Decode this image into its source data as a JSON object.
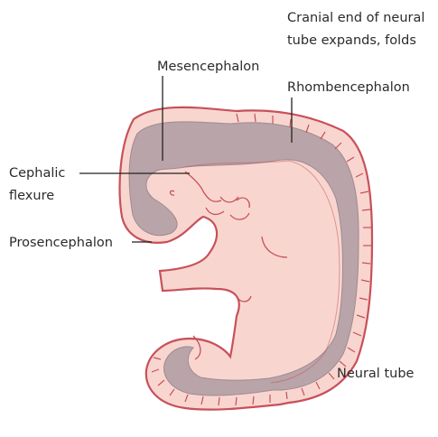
{
  "labels": {
    "caption_line1": "Cranial end of neural",
    "caption_line2": "tube expands, folds",
    "mesencephalon": "Mesencephalon",
    "rhombencephalon": "Rhombencephalon",
    "cephalic_line1": "Cephalic",
    "cephalic_line2": "flexure",
    "prosencephalon": "Prosencephalon",
    "neural_tube": "Neural tube"
  },
  "colors": {
    "outline": "#c8505a",
    "embryo_fill": "#f8d6cf",
    "tube_fill": "#b9a4a9",
    "leader_line": "#222222"
  }
}
